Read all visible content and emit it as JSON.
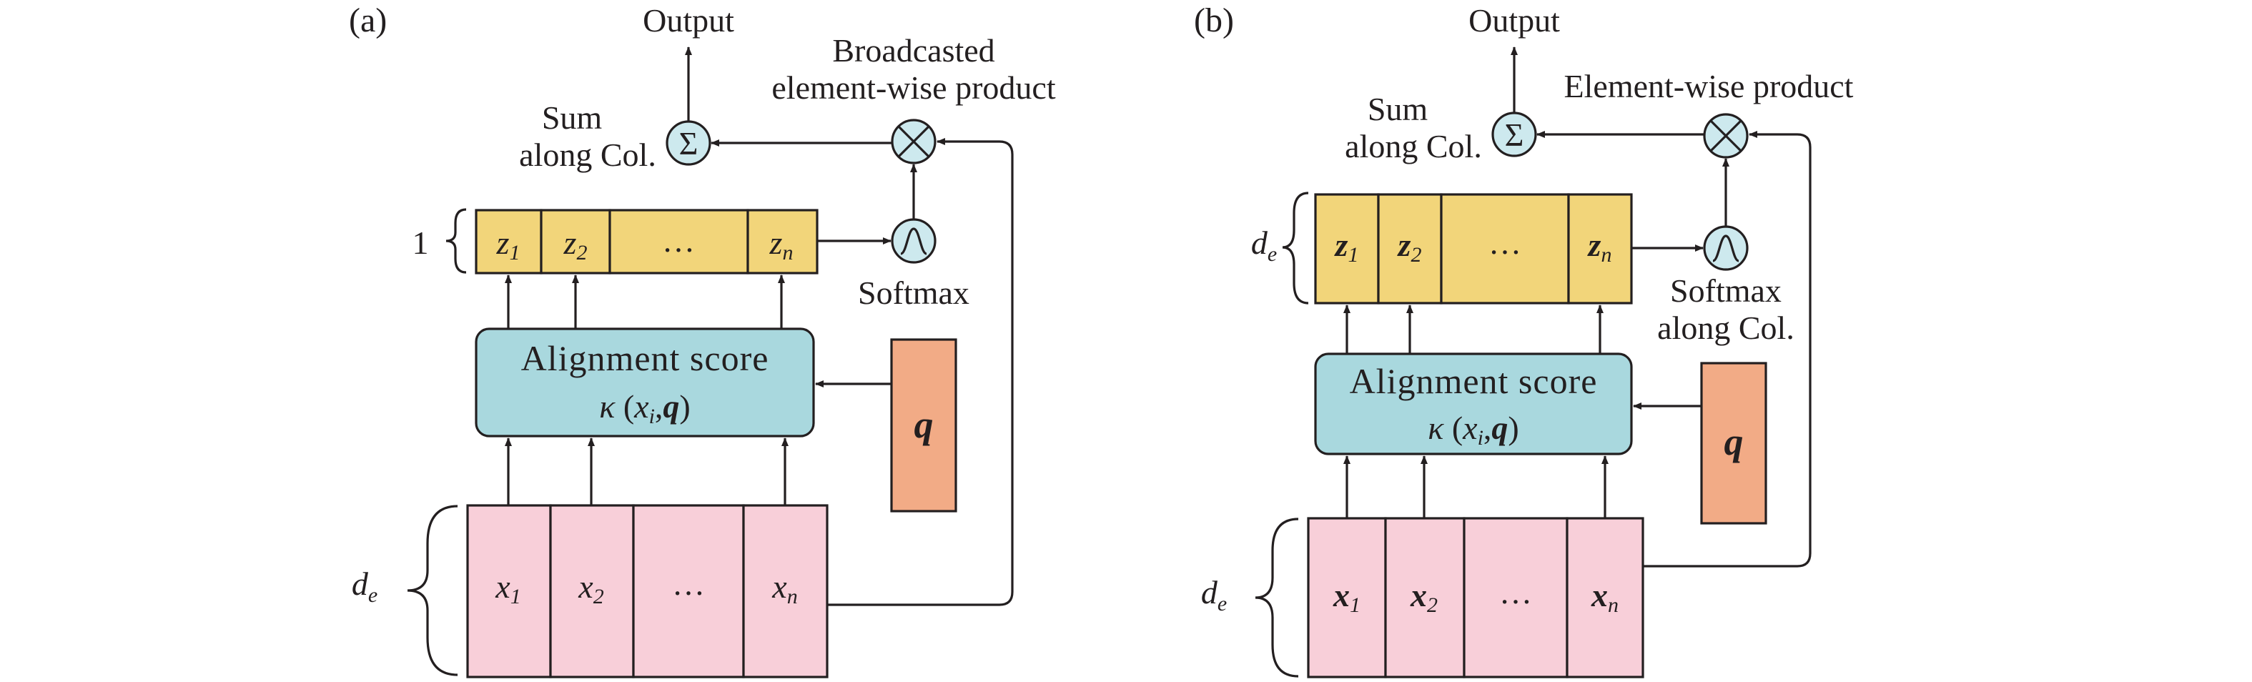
{
  "colors": {
    "z_cells": "#f2d57a",
    "x_cells": "#f8cfd9",
    "alignment_box": "#a9d8de",
    "query_box": "#f2ab86",
    "operator_circle": "#cde9ee",
    "stroke": "#231f20"
  },
  "panel_a": {
    "label": "(a)",
    "output": "Output",
    "sum_label_1": "Sum",
    "sum_label_2": "along Col.",
    "sum_symbol": "Σ",
    "product_label_1": "Broadcasted",
    "product_label_2": "element-wise product",
    "product_symbol": "⊗",
    "z_dim": "1",
    "z_cells": [
      {
        "base": "z",
        "sub": "1"
      },
      {
        "base": "z",
        "sub": "2"
      },
      {
        "base": "…",
        "sub": ""
      },
      {
        "base": "z",
        "sub": "n"
      }
    ],
    "softmax_label": "Softmax",
    "alignment_title": "Alignment score",
    "alignment_formula": {
      "kappa": "κ",
      "open": "(",
      "x": "x",
      "sub": "i",
      "comma": ",",
      "q": "q",
      "close": ")"
    },
    "query": "q",
    "x_dim": {
      "base": "d",
      "sub": "e"
    },
    "x_cells": [
      {
        "base": "x",
        "sub": "1"
      },
      {
        "base": "x",
        "sub": "2"
      },
      {
        "base": "…",
        "sub": ""
      },
      {
        "base": "x",
        "sub": "n"
      }
    ]
  },
  "panel_b": {
    "label": "(b)",
    "output": "Output",
    "sum_label_1": "Sum",
    "sum_label_2": "along Col.",
    "sum_symbol": "Σ",
    "product_label": "Element-wise product",
    "product_symbol": "⊗",
    "z_dim": {
      "base": "d",
      "sub": "e"
    },
    "z_cells": [
      {
        "base": "z",
        "sub": "1"
      },
      {
        "base": "z",
        "sub": "2"
      },
      {
        "base": "…",
        "sub": ""
      },
      {
        "base": "z",
        "sub": "n"
      }
    ],
    "softmax_label_1": "Softmax",
    "softmax_label_2": "along Col.",
    "alignment_title": "Alignment score",
    "alignment_formula": {
      "kappa": "κ",
      "open": "(",
      "x": "x",
      "sub": "i",
      "comma": ",",
      "q": "q",
      "close": ")"
    },
    "query": "q",
    "x_dim": {
      "base": "d",
      "sub": "e"
    },
    "x_cells": [
      {
        "base": "x",
        "sub": "1"
      },
      {
        "base": "x",
        "sub": "2"
      },
      {
        "base": "…",
        "sub": ""
      },
      {
        "base": "x",
        "sub": "n"
      }
    ]
  }
}
